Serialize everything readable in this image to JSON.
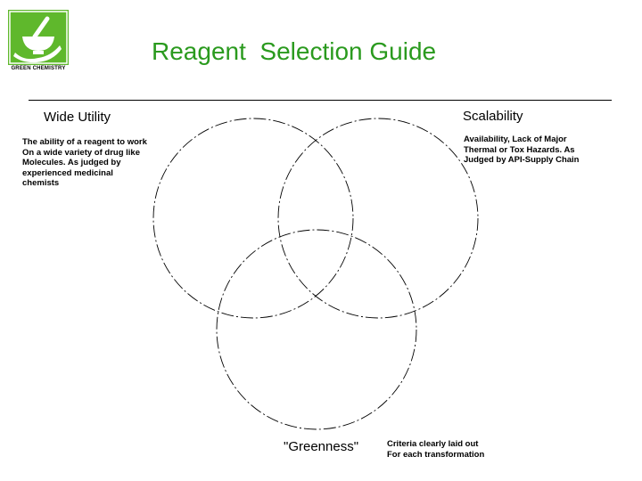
{
  "header": {
    "title": "Reagent  Selection Guide",
    "logo_caption": "GREEN CHEMISTRY"
  },
  "colors": {
    "title": "#2a9a1e",
    "logo_background": "#5fb82c",
    "circle_stroke": "#000000"
  },
  "diagram": {
    "type": "venn",
    "sets": [
      {
        "label": "Wide Utility",
        "description": [
          "The ability of a reagent to work",
          "On a wide variety of drug like",
          "Molecules. As judged by",
          "experienced medicinal",
          "chemists"
        ]
      },
      {
        "label": "Scalability",
        "description": [
          "Availability, Lack of Major",
          "Thermal or Tox Hazards. As",
          "Judged by API-Supply Chain"
        ]
      },
      {
        "label": "\"Greenness\"",
        "description": [
          "Criteria clearly laid out",
          "For each transformation"
        ]
      }
    ]
  }
}
